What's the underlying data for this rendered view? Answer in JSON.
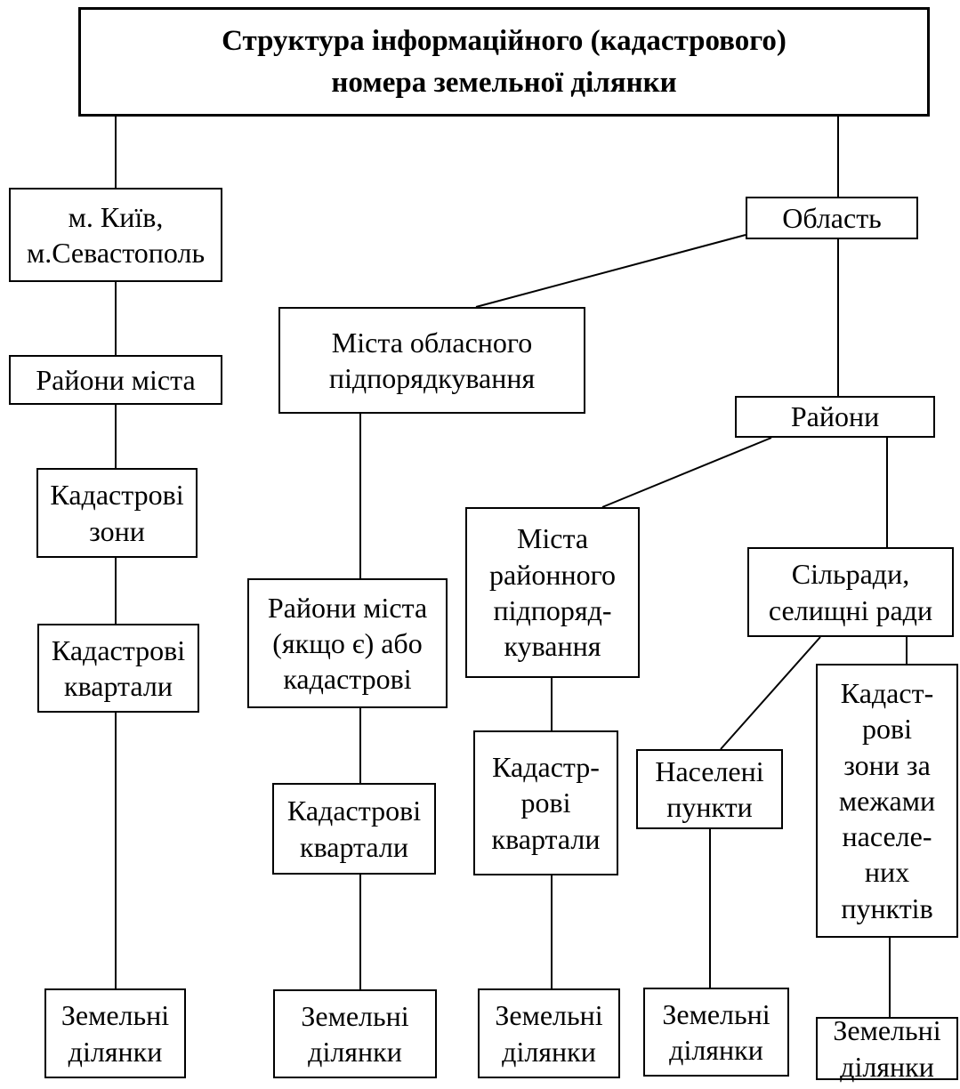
{
  "title": "Структура інформаційного (кадастрового)\nномера земельної ділянки",
  "nodes": {
    "kyiv": "м. Київ,\nм.Севастополь",
    "city_districts": "Райони міста",
    "cadastral_zones": "Кадастрові\nзони",
    "cadastral_quarters_1": "Кадастрові\nквартали",
    "land_plots_1": "Земельні\nділянки",
    "oblast": "Область",
    "oblast_cities": "Міста обласного\nпідпорядкування",
    "city_districts_or": "Райони міста\n(якщо є) або\nкадастрові",
    "cadastral_quarters_2": "Кадастрові\nквартали",
    "land_plots_2": "Земельні\nділянки",
    "districts": "Райони",
    "district_cities": "Міста\nрайонного\nпідпоряд-\nкування",
    "cadastral_quarters_3": "Кадастр-\nрові\nквартали",
    "land_plots_3": "Земельні\nділянки",
    "village_councils": "Сільради,\nселищні ради",
    "settlements": "Населені\nпункти",
    "land_plots_4": "Земельні\nділянки",
    "zones_outside": "Кадаст-\nрові\nзони за\nмежами\nнаселе-\nних\nпунктів",
    "land_plots_5": "Земельні\nділянки"
  },
  "colors": {
    "stroke": "#000000",
    "background": "#ffffff"
  }
}
